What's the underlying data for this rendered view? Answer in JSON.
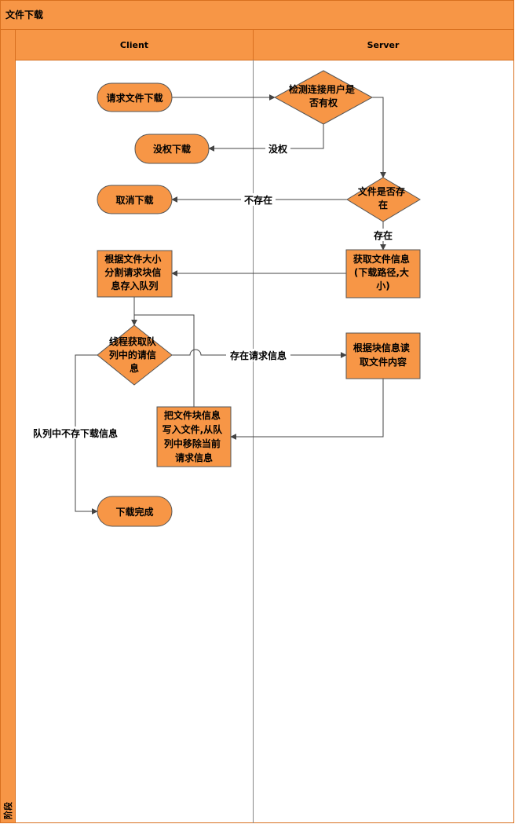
{
  "pool": {
    "title": "文件下载",
    "phase_label": "阶段"
  },
  "lanes": {
    "client": "Client",
    "server": "Server"
  },
  "nodes": {
    "request_download": "请求文件下载",
    "check_permission": [
      "检测连接用户是",
      "否有权"
    ],
    "no_permission_download": "没权下载",
    "file_exists": [
      "文件是否存",
      "在"
    ],
    "cancel_download": "取消下载",
    "get_file_info": [
      "获取文件信息",
      "(下载路径,大",
      "小)"
    ],
    "split_blocks": [
      "根据文件大小",
      "分割请求块信",
      "息存入队列"
    ],
    "thread_fetch": [
      "线程获取队",
      "列中的请信",
      "息"
    ],
    "read_content": [
      "根据块信息读",
      "取文件内容"
    ],
    "write_block": [
      "把文件块信息",
      "写入文件,从队",
      "列中移除当前",
      "请求信息"
    ],
    "download_complete": "下载完成"
  },
  "edges": {
    "no_permission": "没权",
    "not_exists": "不存在",
    "exists": "存在",
    "has_request": "存在请求信息",
    "queue_empty": "队列中不存下载信息"
  },
  "colors": {
    "fill": "#f79646",
    "stroke": "#555555",
    "line": "#444444",
    "frame": "#d8701f"
  }
}
